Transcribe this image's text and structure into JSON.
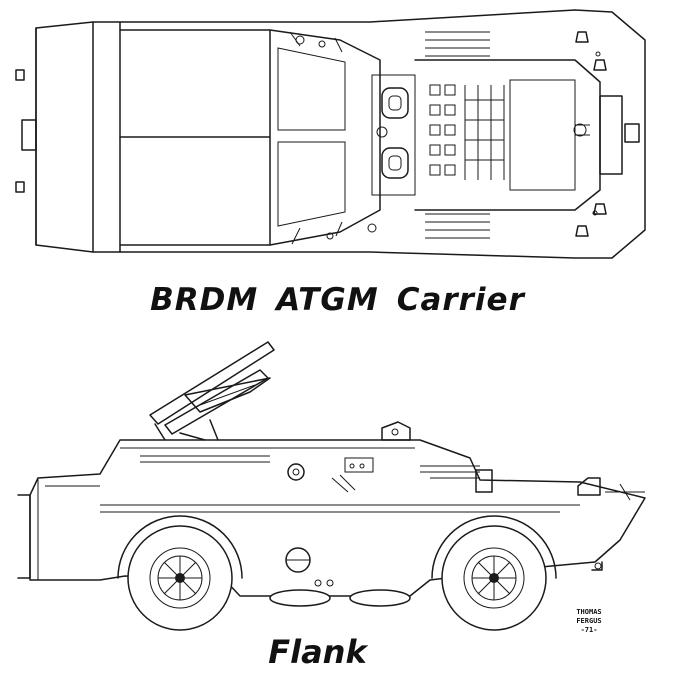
{
  "title_words": [
    "BRDM",
    "ATGM",
    "Carrier"
  ],
  "bottom_caption": "Flank",
  "signature_lines": [
    "THOMAS",
    "FERGUS",
    "-71-"
  ]
}
